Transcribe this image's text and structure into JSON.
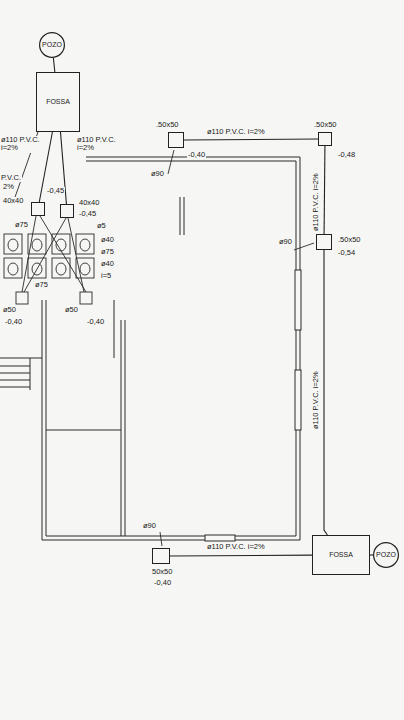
{
  "diagram": {
    "nodes": [
      {
        "text": [
          "POZO"
        ]
      },
      {
        "text": [
          "FOSSA"
        ]
      },
      {
        "text": [
          "40x40",
          "-0,45"
        ]
      },
      {
        "text": [
          "40x40",
          "-0,45"
        ]
      },
      {
        "text": [
          ".50x50",
          "-0,40"
        ]
      },
      {
        "text": [
          ".50x50",
          "-0,48"
        ]
      },
      {
        "text": [
          ".50x50",
          "-0,54"
        ]
      },
      {
        "text": [
          "50x50",
          "-0,40"
        ]
      },
      {
        "text": [
          "FOSSA"
        ]
      },
      {
        "text": [
          "POZO"
        ]
      }
    ],
    "edges": [
      {
        "from": 1,
        "to": 0,
        "arrow": "none"
      },
      {
        "from": 2,
        "to": 1,
        "label": "ø110 P.V.C. i=2%",
        "arrow": "none"
      },
      {
        "from": 3,
        "to": 1,
        "label": "ø110 P.V.C. i=2%",
        "arrow": "none"
      },
      {
        "from": 4,
        "to": 5,
        "label": "ø110 P.V.C. i=2%",
        "arrow": "none"
      },
      {
        "from": 5,
        "to": 6,
        "label": "ø110 P.V.C. i=2%",
        "arrow": "none"
      },
      {
        "from": 6,
        "to": 8,
        "label": "ø110 P.V.C. i=2%",
        "arrow": "none"
      },
      {
        "from": 7,
        "to": 8,
        "label": "ø110 P.V.C. i=2%",
        "arrow": "none"
      },
      {
        "from": 8,
        "to": 9,
        "arrow": "none"
      }
    ],
    "labels": [
      "P.V.C.",
      "2%",
      "ø75",
      "ø5",
      "ø40",
      "ø75",
      "ø40",
      "i=5",
      "ø75",
      "ø50",
      "ø50",
      "-0,40",
      "-0,40",
      "ø90",
      "ø90",
      "ø90"
    ]
  }
}
